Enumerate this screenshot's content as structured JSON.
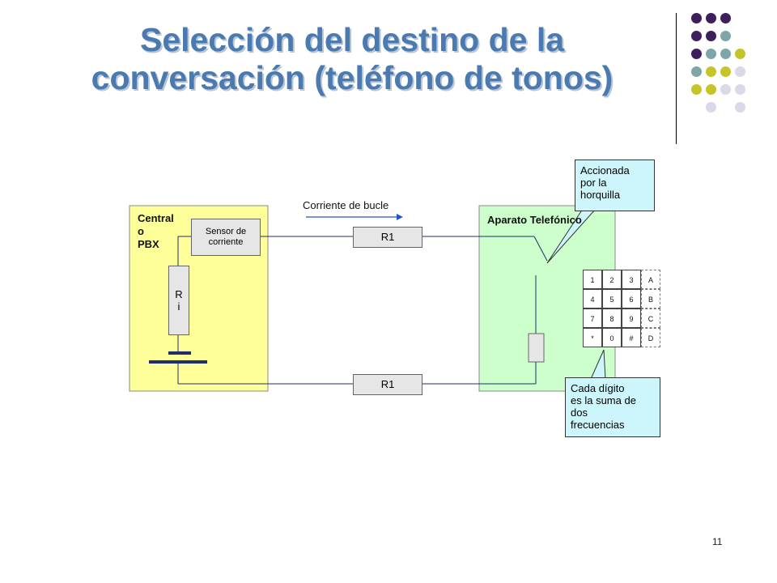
{
  "slide": {
    "title_line1": "Selección del destino de la",
    "title_line2": "conversación (teléfono de tonos)",
    "page_number": "11"
  },
  "diagram": {
    "central_label": [
      "Central",
      "o",
      "PBX"
    ],
    "sensor_label": [
      "Sensor de",
      "corriente"
    ],
    "ri_label": [
      "R",
      "i"
    ],
    "r1_top": "R1",
    "r1_bottom": "R1",
    "loop_current_label": "Corriente de bucle",
    "phone_label": "Aparato Telefónico",
    "callout_hook": [
      "Accionada",
      "por la",
      "horquilla"
    ],
    "callout_digits": [
      "Cada dígito",
      "es la suma de",
      "dos",
      "frecuencias"
    ],
    "keypad": [
      [
        "1",
        "2",
        "3",
        "A"
      ],
      [
        "4",
        "5",
        "6",
        "B"
      ],
      [
        "7",
        "8",
        "9",
        "C"
      ],
      [
        "*",
        "0",
        "#",
        "D"
      ]
    ]
  },
  "colors": {
    "title": "#4a7ab0",
    "central_fill": "#ffff99",
    "phone_fill": "#ccffcc",
    "callout_fill": "#ccf6fb",
    "dots": [
      "#3d1f5c",
      "#7ea6a6",
      "#c5c52b",
      "#d9d9e8"
    ]
  }
}
